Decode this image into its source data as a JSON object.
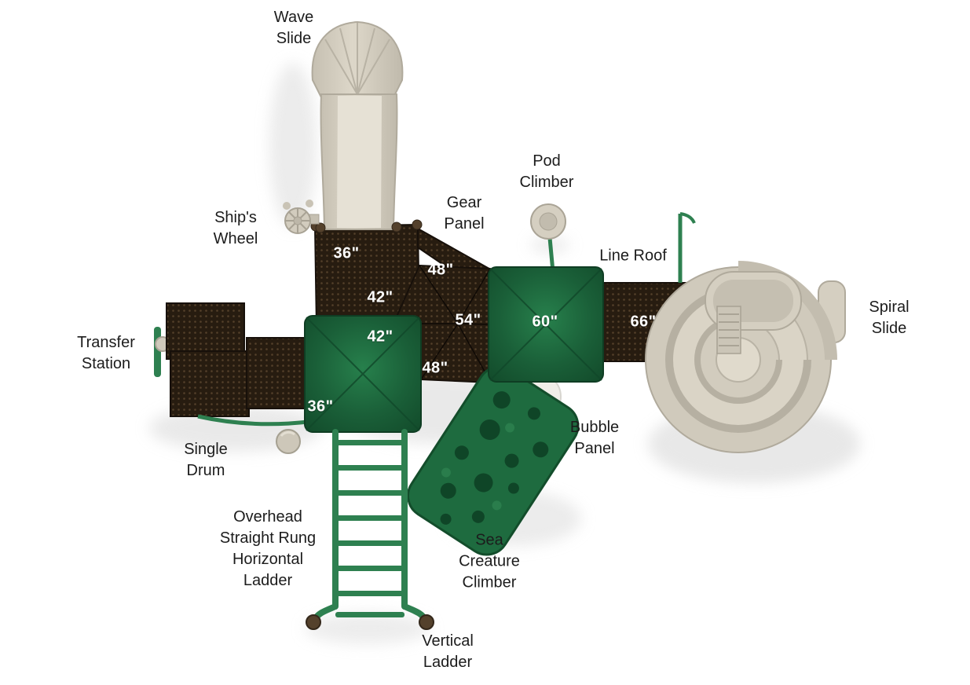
{
  "diagram": {
    "labels": {
      "wave_slide": "Wave\nSlide",
      "ships_wheel": "Ship's\nWheel",
      "gear_panel": "Gear\nPanel",
      "pod_climber": "Pod\nClimber",
      "line_roof": "Line Roof",
      "spiral_slide": "Spiral\nSlide",
      "transfer_station": "Transfer\nStation",
      "single_drum": "Single\nDrum",
      "overhead_ladder": "Overhead\nStraight Rung\nHorizontal\nLadder",
      "sea_creature_climber": "Sea\nCreature\nClimber",
      "vertical_ladder": "Vertical\nLadder",
      "bubble_panel": "Bubble\nPanel"
    },
    "measurements": {
      "deck_36_upper": "36\"",
      "deck_48_upper": "48\"",
      "deck_42_upper": "42\"",
      "deck_54": "54\"",
      "deck_60": "60\"",
      "deck_66": "66\"",
      "deck_42_lower": "42\"",
      "deck_48_lower": "48\"",
      "deck_36_lower": "36\""
    },
    "colors": {
      "deck_roof_green": "#1a5f38",
      "frame_green": "#2e8050",
      "panel_brown": "#271c10",
      "slide_tan": "#d5cfc1",
      "background": "#ffffff",
      "label_text": "#1c1c1c",
      "measurement_text": "#ffffff"
    }
  }
}
